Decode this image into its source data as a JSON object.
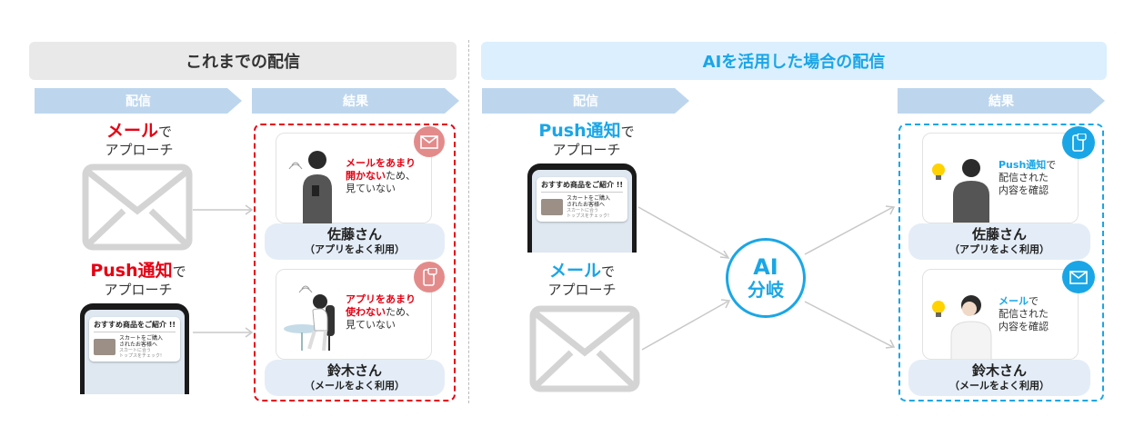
{
  "left": {
    "title": "これまでの配信",
    "delivery_label": "配信",
    "result_label": "結果",
    "mail": {
      "highlight": "メール",
      "suffix": "で",
      "line2": "アプローチ"
    },
    "push": {
      "highlight": "Push通知",
      "suffix": "で",
      "line2": "アプローチ"
    },
    "cards": [
      {
        "note_hl1": "メールをあまり",
        "note_hl2": "開かない",
        "note_suffix": "ため、",
        "note_line3": "見ていない",
        "name": "佐藤さん",
        "sub": "（アプリをよく利用）"
      },
      {
        "note_hl1": "アプリをあまり",
        "note_hl2": "使わない",
        "note_suffix": "ため、",
        "note_line3": "見ていない",
        "name": "鈴木さん",
        "sub": "（メールをよく利用）"
      }
    ]
  },
  "right": {
    "title": "AIを活用した場合の配信",
    "delivery_label": "配信",
    "result_label": "結果",
    "push": {
      "highlight": "Push通知",
      "suffix": "で",
      "line2": "アプローチ"
    },
    "mail": {
      "highlight": "メール",
      "suffix": "で",
      "line2": "アプローチ"
    },
    "ai": {
      "line1": "AI",
      "line2": "分岐"
    },
    "cards": [
      {
        "note_hl": "Push通知",
        "note_suffix": "で",
        "note_line2": "配信された",
        "note_line3": "内容を確認",
        "name": "佐藤さん",
        "sub": "（アプリをよく利用）"
      },
      {
        "note_hl": "メール",
        "note_suffix": "で",
        "note_line2": "配信された",
        "note_line3": "内容を確認",
        "name": "鈴木さん",
        "sub": "（メールをよく利用）"
      }
    ]
  },
  "phone_notification": {
    "title": "おすすめ商品をご紹介 !!",
    "line1": "スカートをご購入",
    "line2": "されたお客様へ",
    "line3": "スカートに合う",
    "line4": "トップスをチェック!"
  },
  "colors": {
    "red": "#e60012",
    "blue": "#1aa6e6",
    "chevron": "#bdd6ee",
    "badge_red": "#e38b8b"
  }
}
